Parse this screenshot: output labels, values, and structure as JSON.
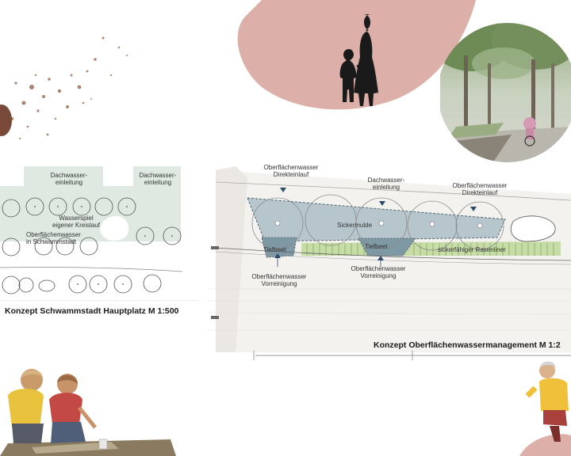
{
  "plan_left": {
    "title": "Konzept Schwammstadt Hauptplatz M 1:500",
    "labels": {
      "roof_water_1": "Dachwasser-\neinleitung",
      "roof_water_2": "Dachwasser-\neinleitung",
      "water_play": "Wasserspiel\neigener Kreislauf",
      "surface_water": "Oberflächenwasser\nin Schwammstadt"
    }
  },
  "plan_right": {
    "title": "Konzept Oberflächenwassermanagement M 1:2",
    "labels": {
      "surface_direct_1": "Oberflächenwasser\nDirekteinlauf",
      "roof_water": "Dachwasser-\neinleitung",
      "surface_direct_2": "Oberflächenwasser\nDirekteinlauf",
      "infiltration_basin": "Sickermulde",
      "deep_bed_1": "Tiefbeet",
      "deep_bed_2": "Tiefbeet",
      "grass_pavers": "sickerfähiger Rasenliner",
      "pretreatment_1": "Oberflächenwasser\nVorreinigung",
      "pretreatment_2": "Oberflächenwasser\nVorreinigung"
    }
  },
  "colors": {
    "accent_pink": "#dcb0a8",
    "green_plan": "#dfe9e2",
    "blue_basin": "#a9bbc4",
    "tiefbeet": "#7d98a3",
    "grass_stripe": "#bcd49a",
    "splatter": "#9a6a55"
  }
}
